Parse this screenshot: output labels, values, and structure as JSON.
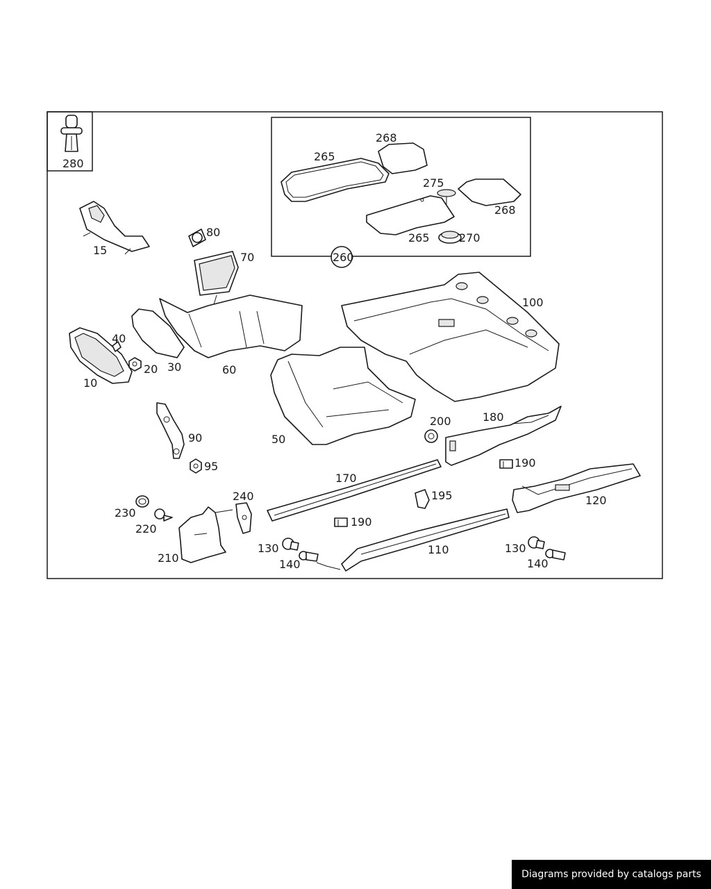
{
  "labels": {
    "p280": "280",
    "p15": "15",
    "p80": "80",
    "p70": "70",
    "p265a": "265",
    "p268a": "268",
    "p275": "275",
    "p268b": "268",
    "p265b": "265",
    "p270": "270",
    "p260": "260",
    "p100": "100",
    "p40": "40",
    "p20": "20",
    "p10": "10",
    "p30": "30",
    "p60": "60",
    "p50": "50",
    "p90": "90",
    "p95": "95",
    "p200": "200",
    "p180": "180",
    "p190a": "190",
    "p170": "170",
    "p195": "195",
    "p240": "240",
    "p230": "230",
    "p220": "220",
    "p190b": "190",
    "p120": "120",
    "p210": "210",
    "p130a": "130",
    "p140a": "140",
    "p110": "110",
    "p130b": "130",
    "p140b": "140"
  },
  "footer": {
    "text": "Diagrams provided by catalogs parts"
  }
}
